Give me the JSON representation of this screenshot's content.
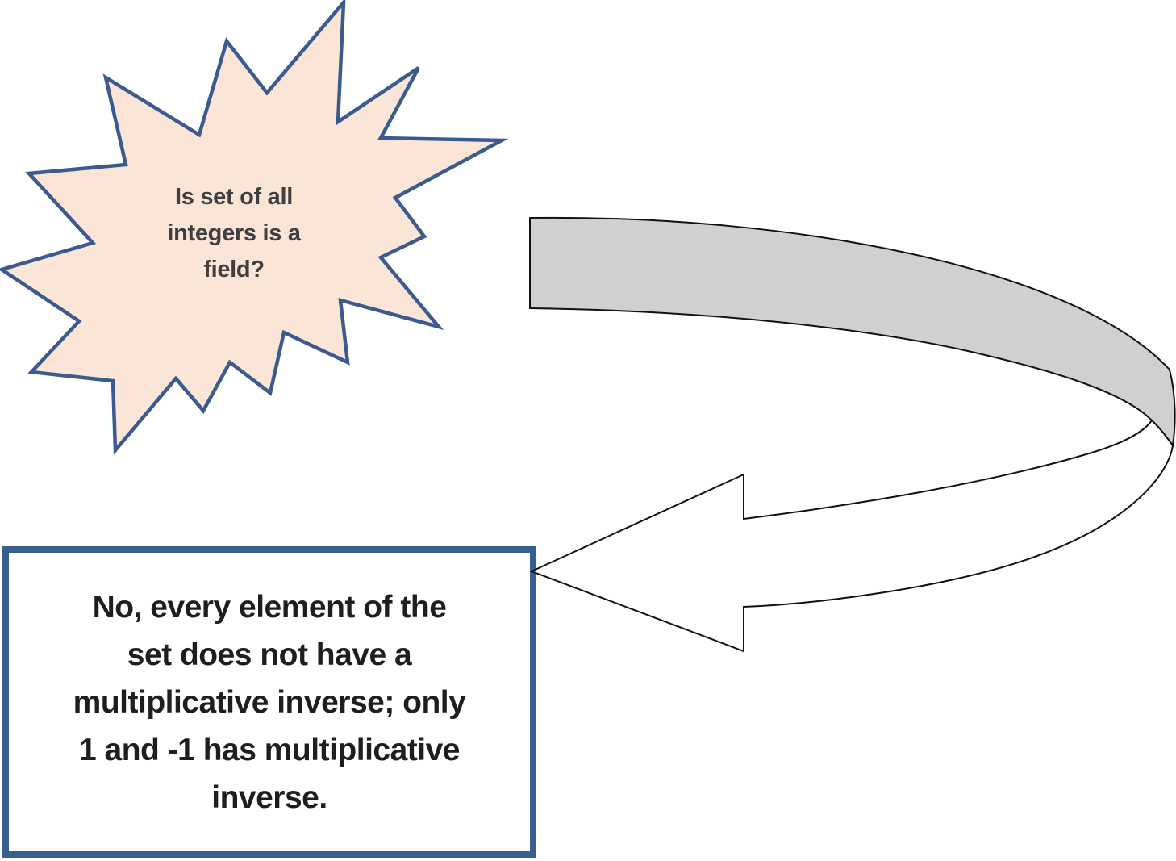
{
  "question_bubble": {
    "shape": "explosion-starburst",
    "text": "Is set of all\nintegers is a\nfield?"
  },
  "answer_box": {
    "shape": "rectangle",
    "text": "No, every element of the\nset does not have a\nmultiplicative inverse; only\n1 and -1 has multiplicative\ninverse."
  },
  "arrow": {
    "shape": "curved-loop-arrow",
    "direction": "points-left-to-answer-box"
  },
  "colors": {
    "bubble_fill": "#FBE5D6",
    "bubble_border": "#3B5A8F",
    "box_fill": "#FFFFFF",
    "box_border": "#35608F",
    "arrow_top_fill": "#D0D0D0",
    "arrow_bottom_fill": "#FFFFFF",
    "arrow_outline": "#111111"
  }
}
